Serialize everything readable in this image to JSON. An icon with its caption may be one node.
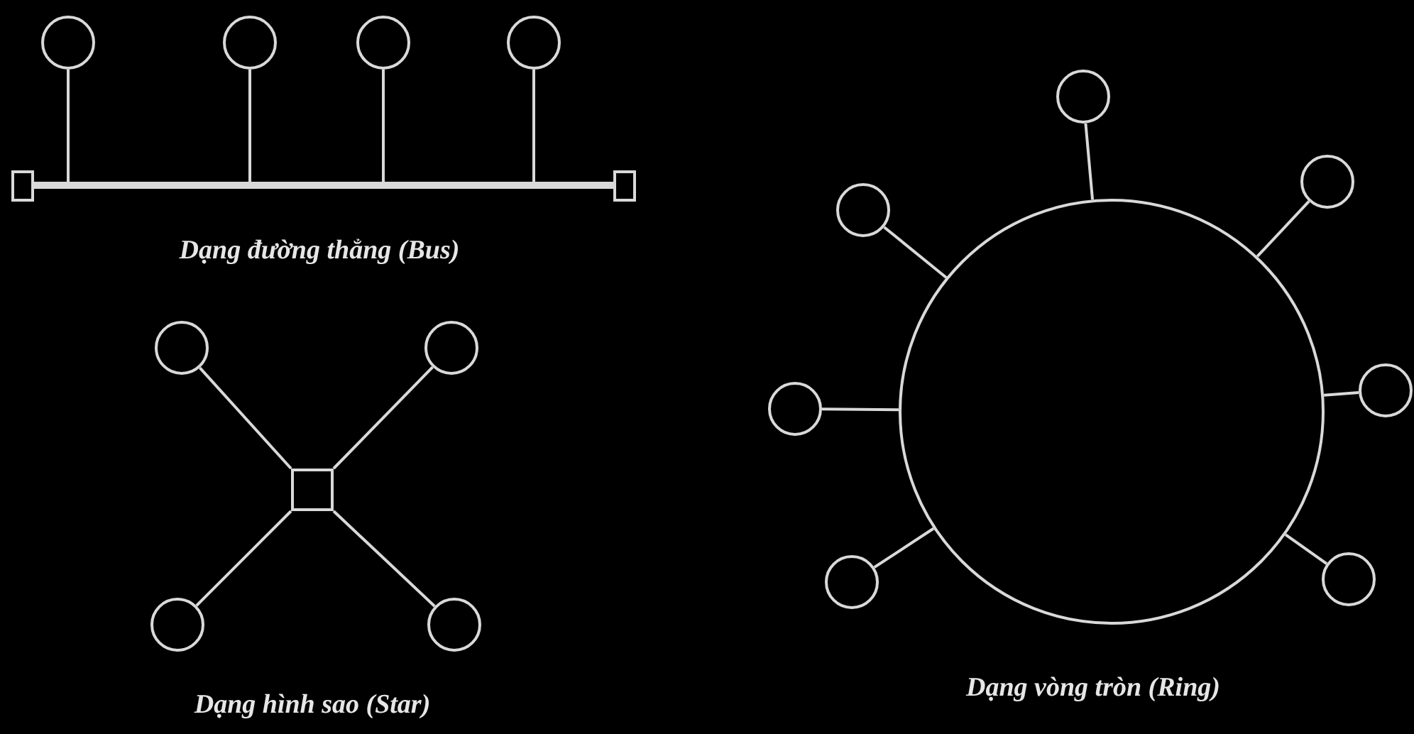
{
  "diagram": {
    "nodes": [
      {
        "text": [],
        "shape": "circle"
      },
      {
        "text": [],
        "shape": "circle"
      },
      {
        "text": [],
        "shape": "circle"
      },
      {
        "text": [],
        "shape": "circle"
      },
      {
        "text": [],
        "shape": "box"
      },
      {
        "text": [],
        "shape": "bar"
      },
      {
        "text": [],
        "shape": "box"
      },
      {
        "text": [],
        "shape": "circle"
      },
      {
        "text": [],
        "shape": "circle"
      },
      {
        "text": [],
        "shape": "box"
      },
      {
        "text": [],
        "shape": "circle"
      },
      {
        "text": [],
        "shape": "circle"
      },
      {
        "text": [],
        "shape": "circle"
      },
      {
        "text": [],
        "shape": "circle"
      },
      {
        "text": [],
        "shape": "circle"
      },
      {
        "text": [],
        "shape": "circle"
      },
      {
        "text": [],
        "shape": "circle"
      },
      {
        "text": [],
        "shape": "circle"
      },
      {
        "text": [],
        "shape": "circle"
      },
      {
        "text": [],
        "shape": "circle"
      }
    ],
    "edges": [
      {
        "from": 0,
        "to": 5,
        "arrow": "none"
      },
      {
        "from": 1,
        "to": 5,
        "arrow": "none"
      },
      {
        "from": 2,
        "to": 5,
        "arrow": "none"
      },
      {
        "from": 3,
        "to": 5,
        "arrow": "none"
      },
      {
        "from": 7,
        "to": 9,
        "arrow": "none"
      },
      {
        "from": 8,
        "to": 9,
        "arrow": "none"
      },
      {
        "from": 10,
        "to": 9,
        "arrow": "none"
      },
      {
        "from": 11,
        "to": 9,
        "arrow": "none"
      },
      {
        "from": 13,
        "to": 12,
        "arrow": "none"
      },
      {
        "from": 14,
        "to": 12,
        "arrow": "none"
      },
      {
        "from": 15,
        "to": 12,
        "arrow": "none"
      },
      {
        "from": 16,
        "to": 12,
        "arrow": "none"
      },
      {
        "from": 17,
        "to": 12,
        "arrow": "none"
      },
      {
        "from": 18,
        "to": 12,
        "arrow": "none"
      },
      {
        "from": 19,
        "to": 12,
        "arrow": "none"
      }
    ],
    "labels": [
      "Dạng đường thẳng (Bus)",
      "Dạng hình sao (Star)",
      "Dạng vòng tròn (Ring)"
    ]
  }
}
